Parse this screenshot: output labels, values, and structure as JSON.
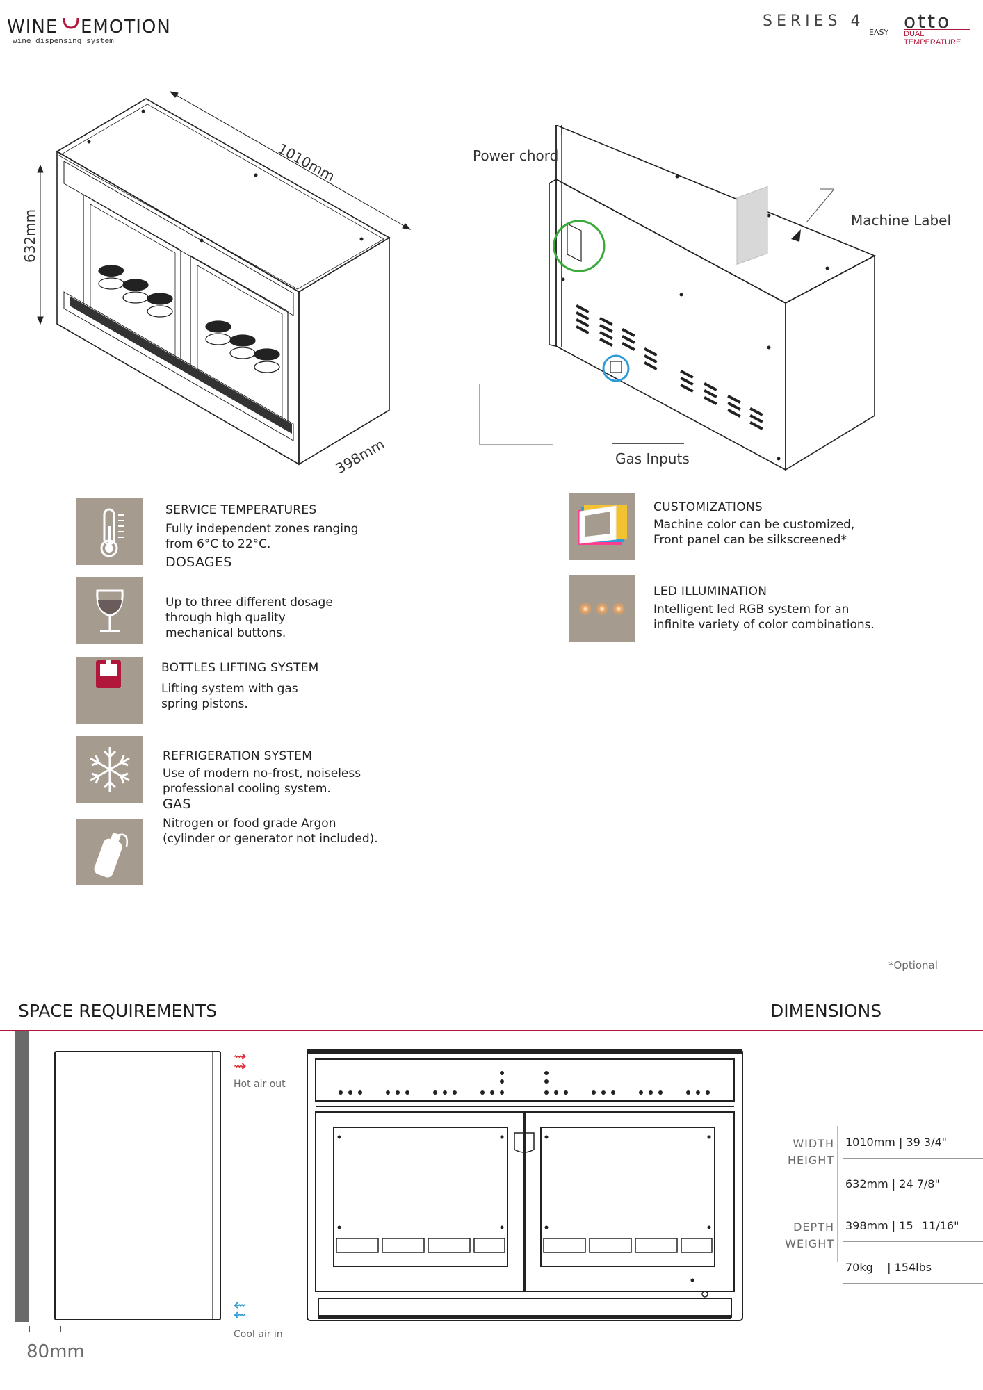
{
  "brand": {
    "logo_text": "WINE EMOTION",
    "logo_sub": "wine dispensing system",
    "series": "SERIES 4",
    "series_sub": "EASY",
    "model": "otto",
    "model_sub": "DUAL TEMPERATURE"
  },
  "drawing_left": {
    "width_label": "1010mm",
    "height_label": "632mm",
    "depth_label": "398mm"
  },
  "drawing_right": {
    "power_label": "Power chord",
    "machine_label": "Machine Label",
    "gas_label": "Gas Inputs"
  },
  "features_left": [
    {
      "icon": "thermometer-icon",
      "title": "SERVICE TEMPERATURES",
      "lines": [
        "Fully independent zones ranging",
        "from 6°C to 22°C."
      ]
    },
    {
      "icon": "wine-glass-icon",
      "title": "DOSAGES",
      "lines": [
        "Up to three different dosage",
        "through high quality",
        "mechanical buttons."
      ]
    },
    {
      "icon": "bottle-lift-icon",
      "title": "BOTTLES LIFTING SYSTEM",
      "lines": [
        "Lifting system with gas",
        "spring pistons."
      ]
    },
    {
      "icon": "snowflake-icon",
      "title": "REFRIGERATION SYSTEM",
      "lines": [
        "Use of modern no-frost, noiseless",
        "professional cooling system."
      ]
    },
    {
      "icon": "gas-cylinder-icon",
      "title": "GAS",
      "lines": [
        "Nitrogen or food grade Argon",
        "(cylinder or generator not included)."
      ]
    }
  ],
  "features_right": [
    {
      "icon": "customization-icon",
      "title": "CUSTOMIZATIONS",
      "lines": [
        "Machine color can be customized,",
        "Front panel can be silkscreened*"
      ]
    },
    {
      "icon": "led-icon",
      "title": "LED ILLUMINATION",
      "lines": [
        "Intelligent led RGB system for an",
        "infinite variety of color combinations."
      ]
    }
  ],
  "optional_note": "*Optional",
  "space": {
    "heading": "SPACE REQUIREMENTS",
    "hot_air": "Hot air out",
    "cool_air": "Cool air in",
    "clearance": "80mm"
  },
  "dimensions": {
    "heading": "DIMENSIONS",
    "keys": [
      "WIDTH",
      "HEIGHT",
      "DEPTH",
      "WEIGHT"
    ],
    "values": [
      "1010mm | 39 3/4\"",
      "632mm | 24 7/8\"",
      "398mm | 15",
      "70kg    | 154lbs"
    ],
    "depth_fraction": "11/16\""
  },
  "colors": {
    "icon_bg": "#a59b8e",
    "accent_red": "#b0173a",
    "power_circle": "#3aaa3a",
    "gas_circle": "#2e9bd6",
    "hot_arrow": "#e0303a",
    "cool_arrow": "#2e9bd6"
  }
}
